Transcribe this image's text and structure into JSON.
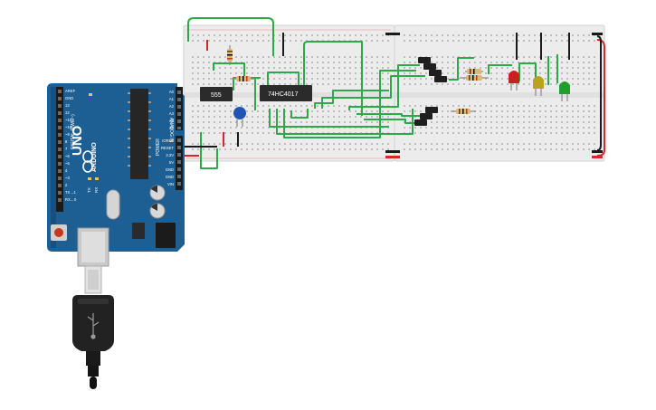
{
  "components": {
    "timer_chip": {
      "label": "555"
    },
    "counter_chip": {
      "label": "74HC4017"
    },
    "arduino": {
      "model": "UNO",
      "brand": "ARDUINO",
      "digital_header_label": "DIGITAL (PWM~)",
      "analog_header_label": "ANALOG IN",
      "power_header_label": "POWER",
      "tx_label": "TX",
      "rx_label": "RX",
      "digital_pins": [
        "AREF",
        "GND",
        "13",
        "12",
        "~11",
        "~10",
        "~9",
        "8",
        "7",
        "~6",
        "~5",
        "4",
        "~3",
        "2",
        "TX→1",
        "RX←0"
      ],
      "power_pins": [
        "IOREF",
        "RESET",
        "3.3V",
        "5V",
        "GND",
        "GND",
        "VIN"
      ],
      "analog_pins": [
        "A0",
        "A1",
        "A2",
        "A3",
        "A4",
        "A5"
      ]
    },
    "leds": [
      {
        "color_name": "red",
        "color": "#cc1f1f"
      },
      {
        "color_name": "yellow",
        "color": "#b8a21e"
      },
      {
        "color_name": "green",
        "color": "#1f9e2c"
      }
    ]
  },
  "colors": {
    "wire_green": "#2ea84a",
    "wire_red": "#d9262a",
    "wire_black": "#1a1a1a",
    "board_blue": "#1e5f93",
    "breadboard": "#eeeeee"
  }
}
